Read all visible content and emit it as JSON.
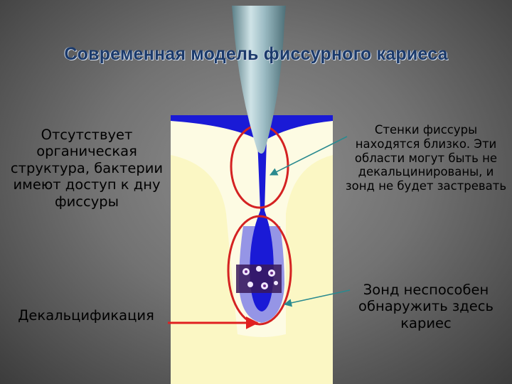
{
  "slide": {
    "title": "Современная модель фиссурного кариеса",
    "left_text_1": "Отсутствует органическая структура, бактерии имеют доступ к дну фиссуры",
    "left_text_2": "Декальцификация",
    "right_text_1": "Стенки фиссуры находятся близко. Эти области могут быть не декальцинированы, и зонд не будет застревать",
    "right_text_2": "Зонд неспособен обнаружить здесь кариес"
  },
  "colors": {
    "enamel": "#fdfbe3",
    "dentin": "#fbf7c4",
    "fissure": "#1a1ad6",
    "decalcification": "#8c8ce6",
    "outline": "#d42222",
    "probe": "#8fb4bd"
  },
  "icons": [
    "probe-instrument",
    "bacteria-cluster"
  ]
}
